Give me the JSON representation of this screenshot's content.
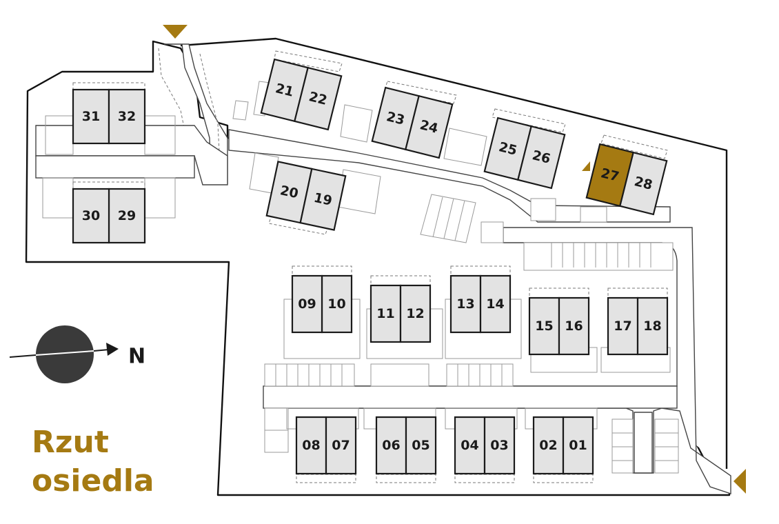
{
  "title": {
    "line1": "Rzut",
    "line2": "osiedla"
  },
  "compass": {
    "label": "N"
  },
  "colors": {
    "accent": "#a57a12",
    "house_fill": "#e3e3e3",
    "outline": "#1a1a1a"
  },
  "selected_unit": "27",
  "units": [
    "01",
    "02",
    "03",
    "04",
    "05",
    "06",
    "07",
    "08",
    "09",
    "10",
    "11",
    "12",
    "13",
    "14",
    "15",
    "16",
    "17",
    "18",
    "19",
    "20",
    "21",
    "22",
    "23",
    "24",
    "25",
    "26",
    "27",
    "28",
    "29",
    "30",
    "31",
    "32"
  ],
  "icons": [
    "entrance-arrow-icon",
    "compass-icon"
  ]
}
